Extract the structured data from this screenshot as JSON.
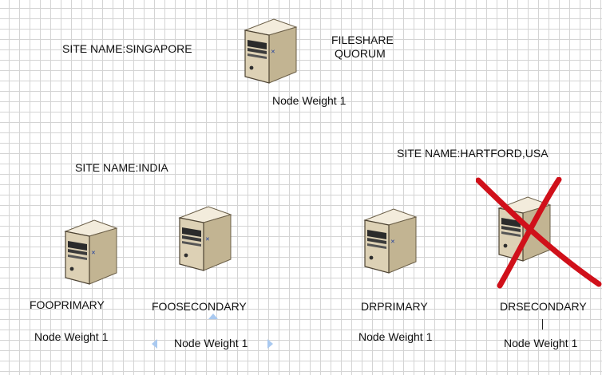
{
  "sites": {
    "singapore": "SITE NAME:SINGAPORE",
    "india": "SITE NAME:INDIA",
    "hartford": "SITE NAME:HARTFORD,USA"
  },
  "nodes": {
    "fileshare": {
      "name_line1": "FILESHARE",
      "name_line2": "QUORUM",
      "weight": "Node Weight 1"
    },
    "fooprimary": {
      "name": "FOOPRIMARY",
      "weight": "Node Weight 1"
    },
    "foosecondary": {
      "name": "FOOSECONDARY",
      "weight": "Node Weight 1"
    },
    "drprimary": {
      "name": "DRPRIMARY",
      "weight": "Node Weight 1"
    },
    "drsecondary": {
      "name": "DRSECONDARY",
      "weight": "Node Weight 1",
      "status": "failed"
    }
  },
  "icons": {
    "server": "server-icon",
    "failure_mark": "red-x-cross-icon"
  },
  "colors": {
    "cross": "#d0101a",
    "server_front": "#e6dcc4",
    "server_side": "#9a8c70",
    "selection_handle": "#a9c9f0"
  }
}
